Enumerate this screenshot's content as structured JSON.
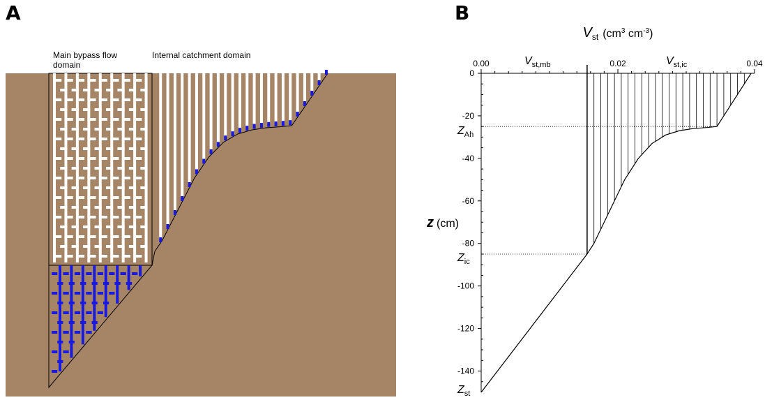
{
  "panel_a": {
    "letter": "A",
    "label_bypass_line1": "Main bypass flow",
    "label_bypass_line2": "domain",
    "label_internal": "Internal catchment domain",
    "colors": {
      "soil": "#a58566",
      "water": "#1a1adc",
      "pore": "#ffffff",
      "outline": "#000000"
    }
  },
  "panel_b": {
    "letter": "B"
  },
  "chart_data": {
    "type": "line",
    "title_main": "V",
    "title_sub": "st",
    "title_units": "(cm",
    "title_exp1": "3",
    "title_units2": " cm",
    "title_exp2": "-3",
    "title_close": ")",
    "x_ticks": [
      "0.00",
      "0.02",
      "0.04"
    ],
    "y_ticks": [
      "0",
      "-20",
      "-40",
      "-60",
      "-80",
      "-100",
      "-120",
      "-140"
    ],
    "xlim": [
      0,
      0.04
    ],
    "ylim": [
      -150,
      0
    ],
    "ylabel_main": "z",
    "ylabel_units": "(cm)",
    "annotations": {
      "vstmb_main": "V",
      "vstmb_sub": "st,mb",
      "vstic_main": "V",
      "vstic_sub": "st,ic",
      "zah_main": "Z",
      "zah_sub": "Ah",
      "zic_main": "Z",
      "zic_sub": "ic",
      "zst_main": "Z",
      "zst_sub": "st"
    },
    "levels": {
      "z_Ah": -25,
      "z_ic": -85,
      "z_st": -150
    },
    "v_mb": 0.0155,
    "outer_curve": [
      [
        0.0395,
        0
      ],
      [
        0.0345,
        -25
      ],
      [
        0.033,
        -25.5
      ],
      [
        0.031,
        -26
      ],
      [
        0.029,
        -27
      ],
      [
        0.027,
        -29
      ],
      [
        0.025,
        -33
      ],
      [
        0.023,
        -40
      ],
      [
        0.021,
        -50
      ],
      [
        0.0195,
        -60
      ],
      [
        0.018,
        -70
      ],
      [
        0.0165,
        -80
      ],
      [
        0.0155,
        -85
      ]
    ],
    "lower_line": [
      [
        0.0155,
        -85
      ],
      [
        0.0,
        -150
      ]
    ]
  }
}
